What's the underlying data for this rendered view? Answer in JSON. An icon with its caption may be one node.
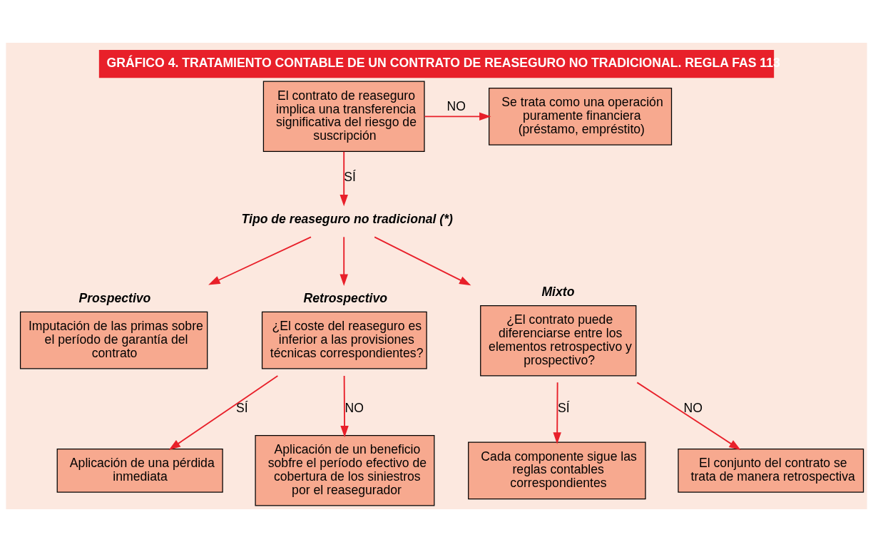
{
  "diagram": {
    "title": "GRÁFICO 4. TRATAMIENTO CONTABLE DE UN CONTRATO DE REASEGURO NO TRADICIONAL. REGLA FAS 113",
    "nodes": [
      {
        "text": [
          "El contrato de reaseguro implica una transferencia significativa del riesgo de suscripción"
        ]
      },
      {
        "text": [
          "Se trata como una operación puramente financiera (préstamo, empréstito)"
        ]
      },
      {
        "text": [
          "Tipo de reaseguro no tradicional (*)"
        ]
      },
      {
        "text": [
          "Prospectivo",
          "Imputación de las primas sobre el período de garantía del contrato"
        ]
      },
      {
        "text": [
          "Retrospectivo",
          "¿El coste del reaseguro es inferior a las provisiones técnicas correspondientes?"
        ]
      },
      {
        "text": [
          "Mixto",
          "¿El contrato puede diferenciarse entre los elementos retrospectivo y prospectivo?"
        ]
      },
      {
        "text": [
          "Aplicación de una pérdida inmediata"
        ]
      },
      {
        "text": [
          "Aplicación de un beneficio sobfre el período efectivo de cobertura de los siniestros por el reasegurador"
        ]
      },
      {
        "text": [
          "Cada componente sigue las reglas contables correspondientes"
        ]
      },
      {
        "text": [
          "El conjunto del contrato se trata de manera retrospectiva"
        ]
      }
    ],
    "edges": [
      {
        "from": 0,
        "to": 1,
        "arrow": "to",
        "label": "NO"
      },
      {
        "from": 0,
        "to": 2,
        "arrow": "to",
        "label": "SÍ"
      },
      {
        "from": 2,
        "to": 3,
        "arrow": "to"
      },
      {
        "from": 2,
        "to": 4,
        "arrow": "to"
      },
      {
        "from": 2,
        "to": 5,
        "arrow": "to"
      },
      {
        "from": 4,
        "to": 6,
        "arrow": "to",
        "label": "SÍ"
      },
      {
        "from": 4,
        "to": 7,
        "arrow": "to",
        "label": "NO"
      },
      {
        "from": 5,
        "to": 8,
        "arrow": "to",
        "label": "SÍ"
      },
      {
        "from": 5,
        "to": 9,
        "arrow": "to",
        "label": "NO"
      }
    ]
  }
}
